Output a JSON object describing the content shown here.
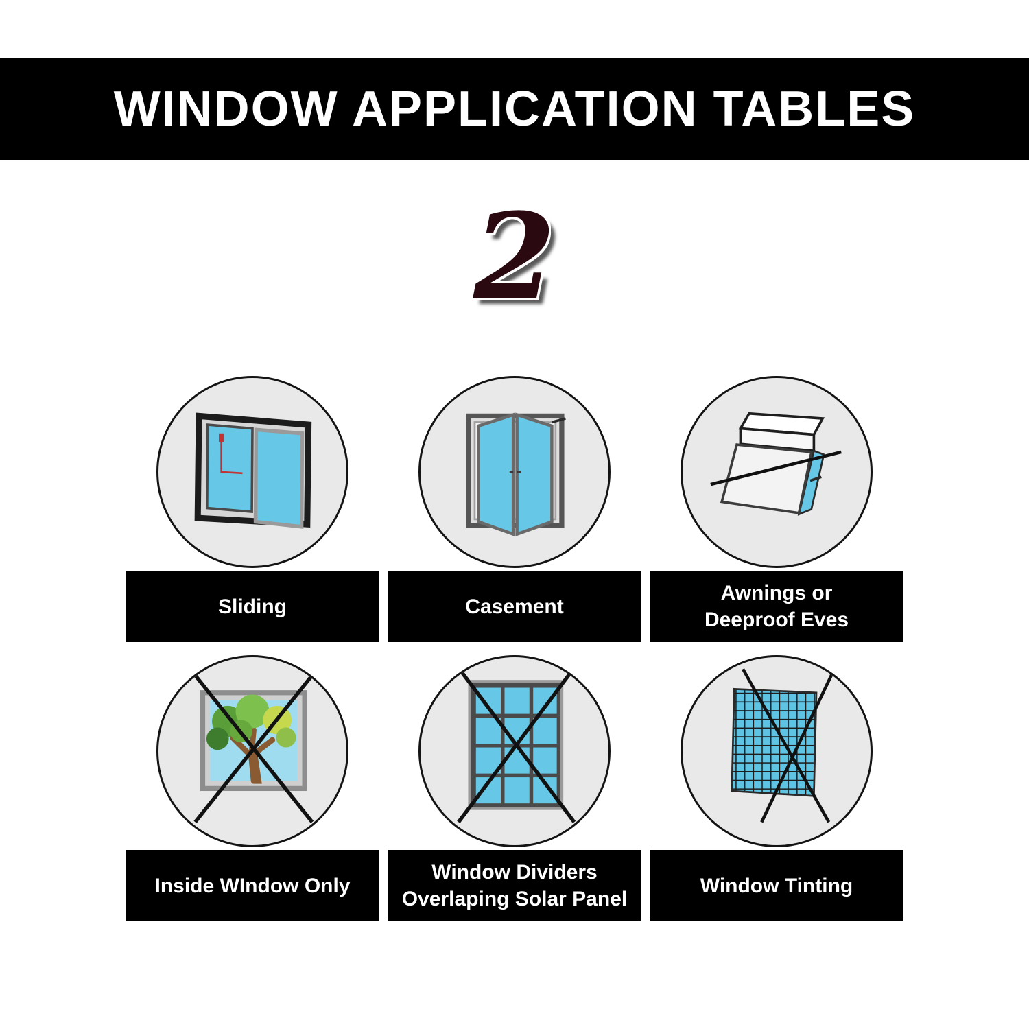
{
  "header": {
    "title": "WINDOW APPLICATION TABLES"
  },
  "section": {
    "number": "2"
  },
  "grid": {
    "items": [
      {
        "label": "Sliding",
        "icon": "sliding-window-icon",
        "crossed": false
      },
      {
        "label": "Casement",
        "icon": "casement-window-icon",
        "crossed": false
      },
      {
        "label": "Awnings or\nDeeproof Eves",
        "icon": "awning-window-icon",
        "crossed": false
      },
      {
        "label": "Inside WIndow Only",
        "icon": "tree-window-icon",
        "crossed": true
      },
      {
        "label": "Window Dividers\nOverlaping Solar Panel",
        "icon": "divided-window-icon",
        "crossed": true
      },
      {
        "label": "Window Tinting",
        "icon": "tinted-window-icon",
        "crossed": true
      }
    ]
  },
  "colors": {
    "pane_blue": "#66c8e6",
    "circle_gray": "#e9e9e9",
    "banner_black": "#000000",
    "text_white": "#ffffff",
    "number_maroon": "#2a0a10"
  }
}
